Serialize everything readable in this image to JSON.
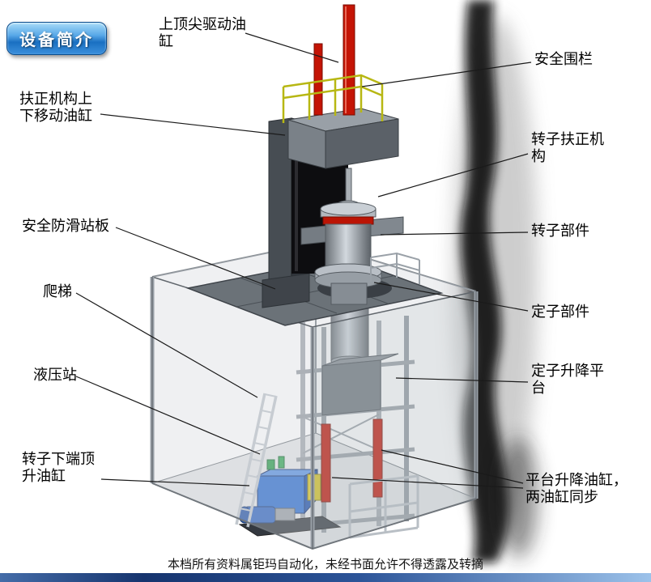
{
  "badge": {
    "label": "设备简介"
  },
  "callouts": {
    "top_drive_cylinder": "上顶尖驱动油缸",
    "safety_fence": "安全围栏",
    "centering_move_cylinder": "扶正机构上下移动油缸",
    "rotor_centering_mechanism": "转子扶正机构",
    "antislip_platform": "安全防滑站板",
    "rotor_part": "转子部件",
    "ladder": "爬梯",
    "stator_part": "定子部件",
    "hydraulic_station": "液压站",
    "stator_lift_platform": "定子升降平台",
    "rotor_bottom_jack_cylinder": "转子下端顶升油缸",
    "platform_lift_cylinders": "平台升降油缸，两油缸同步"
  },
  "footer": {
    "copyright": "本档所有资料属钜玛自动化，未经书面允许不得透露及转摘"
  },
  "colors": {
    "badge_blue": "#1f7ad0",
    "cylinder_red": "#c41405",
    "railing_yellow": "#b7b713",
    "hydraulic_blue": "#2f6fd0",
    "platform_gray": "#6b7278",
    "footer_bar_dark": "#16346e",
    "footer_bar_light": "#9cc2ea"
  }
}
